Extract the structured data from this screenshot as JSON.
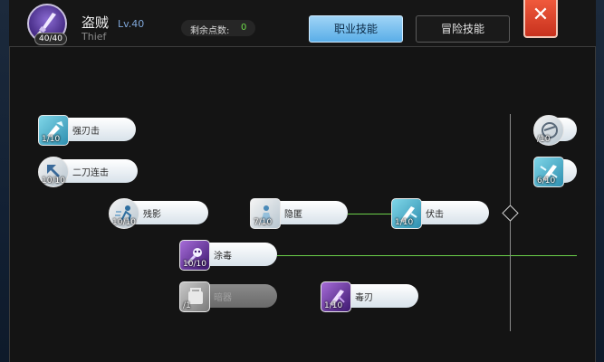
{
  "character": {
    "class_name": "盗贼",
    "level": "Lv.40",
    "class_en": "Thief",
    "hp_badge": "40/40"
  },
  "points": {
    "label": "剩余点数:",
    "value": "0"
  },
  "tabs": [
    {
      "label": "职业技能",
      "active": true
    },
    {
      "label": "冒险技能",
      "active": false
    }
  ],
  "close_label": "✕",
  "skills": {
    "strong_blade": {
      "name": "强刃击",
      "level": "1/10",
      "icon": "fist-strike-icon"
    },
    "double_strike": {
      "name": "二刀连击",
      "level": "10/10",
      "icon": "double-arrow-icon"
    },
    "afterimage": {
      "name": "残影",
      "level": "10/10",
      "icon": "dash-figure-icon"
    },
    "stealth": {
      "name": "隐匿",
      "level": "7/10",
      "icon": "hide-figure-icon"
    },
    "ambush": {
      "name": "伏击",
      "level": "1/10",
      "icon": "ambush-blade-icon"
    },
    "poison_coat": {
      "name": "涂毒",
      "level": "10/10",
      "icon": "skull-dagger-icon"
    },
    "locked": {
      "name": "暗器",
      "level": "/1",
      "icon": "cloud-locked-icon"
    },
    "poison_blade": {
      "name": "毒刃",
      "level": "1/10",
      "icon": "poison-blade-icon"
    },
    "right_top": {
      "level": "/10",
      "icon": "wind-gear-icon"
    },
    "right_mid": {
      "level": "6/10",
      "icon": "dagger-flash-icon"
    }
  },
  "colors": {
    "accent_tab": "#5aaee8",
    "connector": "#6bd04a",
    "close": "#c8321e",
    "points_value": "#6fdc4a"
  }
}
